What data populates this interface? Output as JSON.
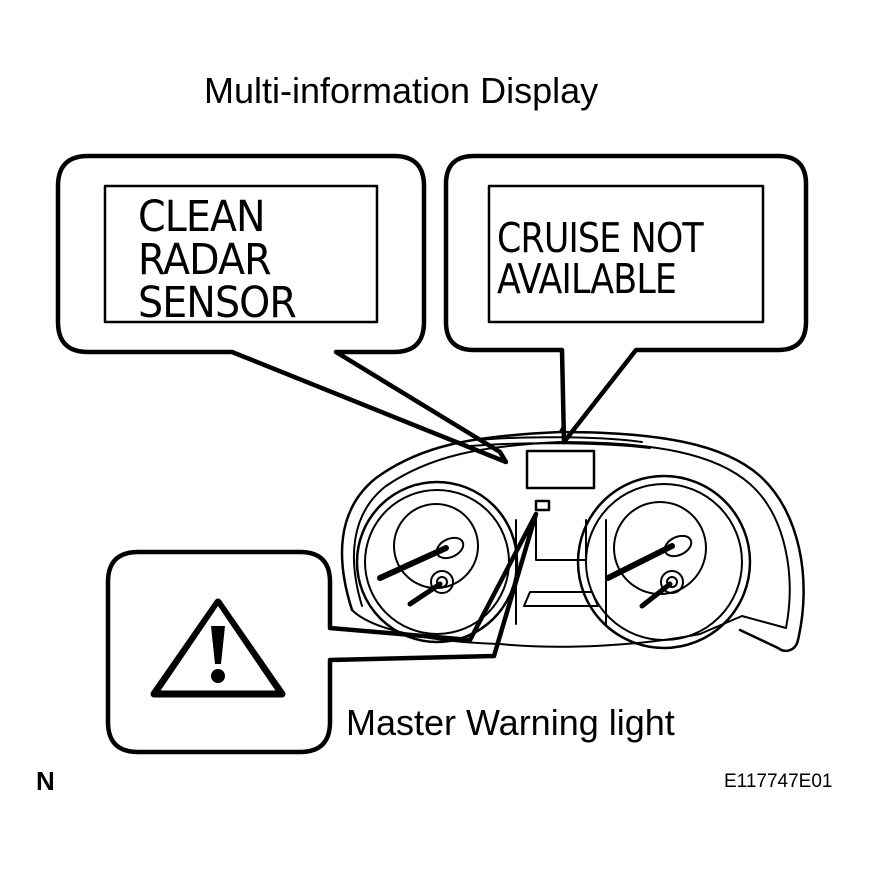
{
  "title": "Multi-information Display",
  "callouts": {
    "left_message": "CLEAN\nRADAR\nSENSOR",
    "right_message": "CRUISE NOT\nAVAILABLE"
  },
  "warning_label": "Master Warning light",
  "corner_letter": "N",
  "figure_code": "E117747E01",
  "colors": {
    "line": "#000000",
    "background": "#ffffff"
  }
}
